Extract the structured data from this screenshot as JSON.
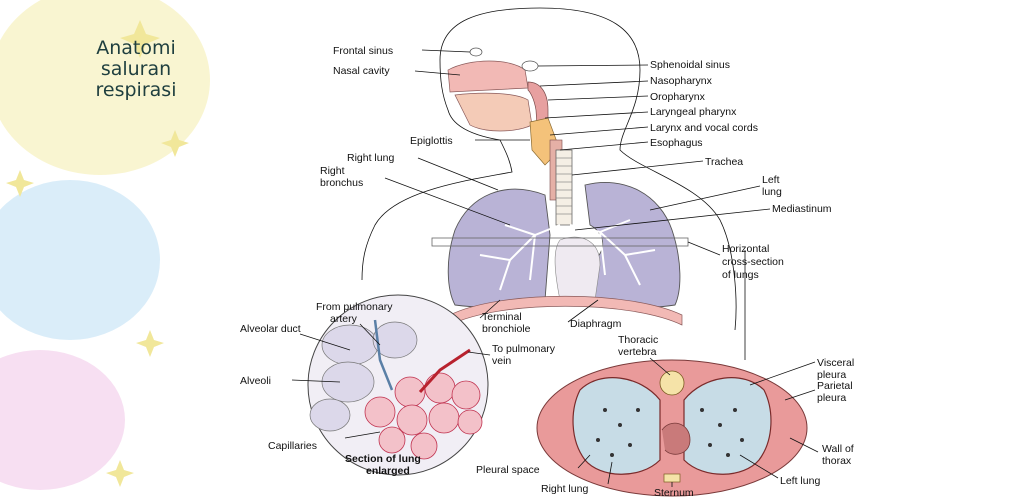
{
  "slide": {
    "title_lines": [
      "Anatomi",
      "saluran",
      "respirasi"
    ]
  },
  "labels": {
    "frontal_sinus": "Frontal sinus",
    "nasal_cavity": "Nasal cavity",
    "sphenoidal_sinus": "Sphenoidal sinus",
    "nasopharynx": "Nasopharynx",
    "oropharynx": "Oropharynx",
    "laryngeal_pharynx": "Laryngeal pharynx",
    "larynx": "Larynx and vocal cords",
    "epiglottis": "Epiglottis",
    "esophagus": "Esophagus",
    "trachea": "Trachea",
    "right_lung": "Right lung",
    "right_bronchus": [
      "Right",
      "bronchus"
    ],
    "left_lung": [
      "Left",
      "lung"
    ],
    "mediastinum": "Mediastinum",
    "horizontal_section": [
      "Horizontal",
      "cross-section",
      "of lungs"
    ],
    "from_pulmonary_artery": [
      "From pulmonary",
      "artery"
    ],
    "alveolar_duct": "Alveolar duct",
    "alveoli": "Alveoli",
    "to_pulmonary_vein": [
      "To pulmonary",
      "vein"
    ],
    "terminal_bronchiole": [
      "Terminal",
      "bronchiole"
    ],
    "diaphragm": "Diaphragm",
    "capillaries": "Capillaries",
    "section_enlarged": [
      "Section of lung",
      "enlarged"
    ],
    "thoracic_vertebra": [
      "Thoracic",
      "vertebra"
    ],
    "visceral_pleura": [
      "Visceral",
      "pleura"
    ],
    "parietal_pleura": [
      "Parietal",
      "pleura"
    ],
    "wall_of_thorax": [
      "Wall of",
      "thorax"
    ],
    "pleural_space": "Pleural space",
    "right_lung_section": "Right lung",
    "left_lung_section": "Left lung",
    "sternum": "Sternum"
  },
  "colors": {
    "accent_title": "#1f3f3f",
    "tissue_pink": "#f2b9b5",
    "lung_purple": "#b9b3d6",
    "cartilage_orange": "#f4c27a",
    "deco_yellow": "#f7f3b2",
    "deco_blue": "#cfe6f7",
    "deco_pink": "#f5d4ee"
  }
}
